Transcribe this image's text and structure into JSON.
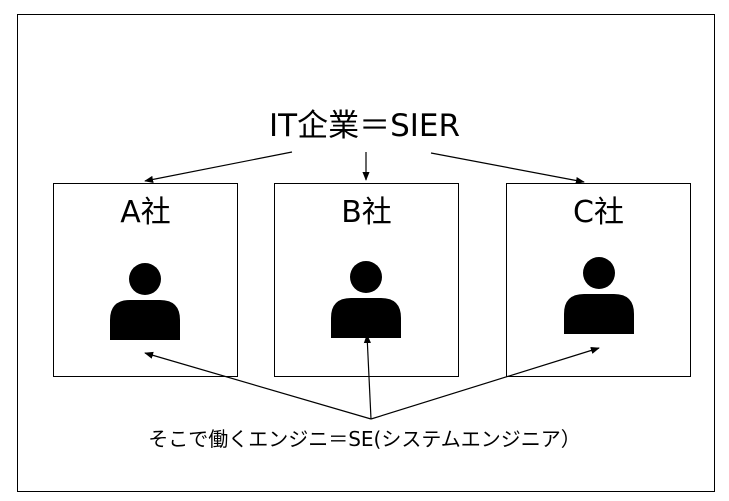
{
  "title": "IT企業＝SIER",
  "companies": [
    {
      "label": "A社",
      "icon": "person-icon"
    },
    {
      "label": "B社",
      "icon": "person-icon"
    },
    {
      "label": "C社",
      "icon": "person-icon"
    }
  ],
  "caption": "そこで働くエンジニ＝SE(システムエンジニア）",
  "colors": {
    "line": "#000000",
    "background": "#ffffff"
  }
}
